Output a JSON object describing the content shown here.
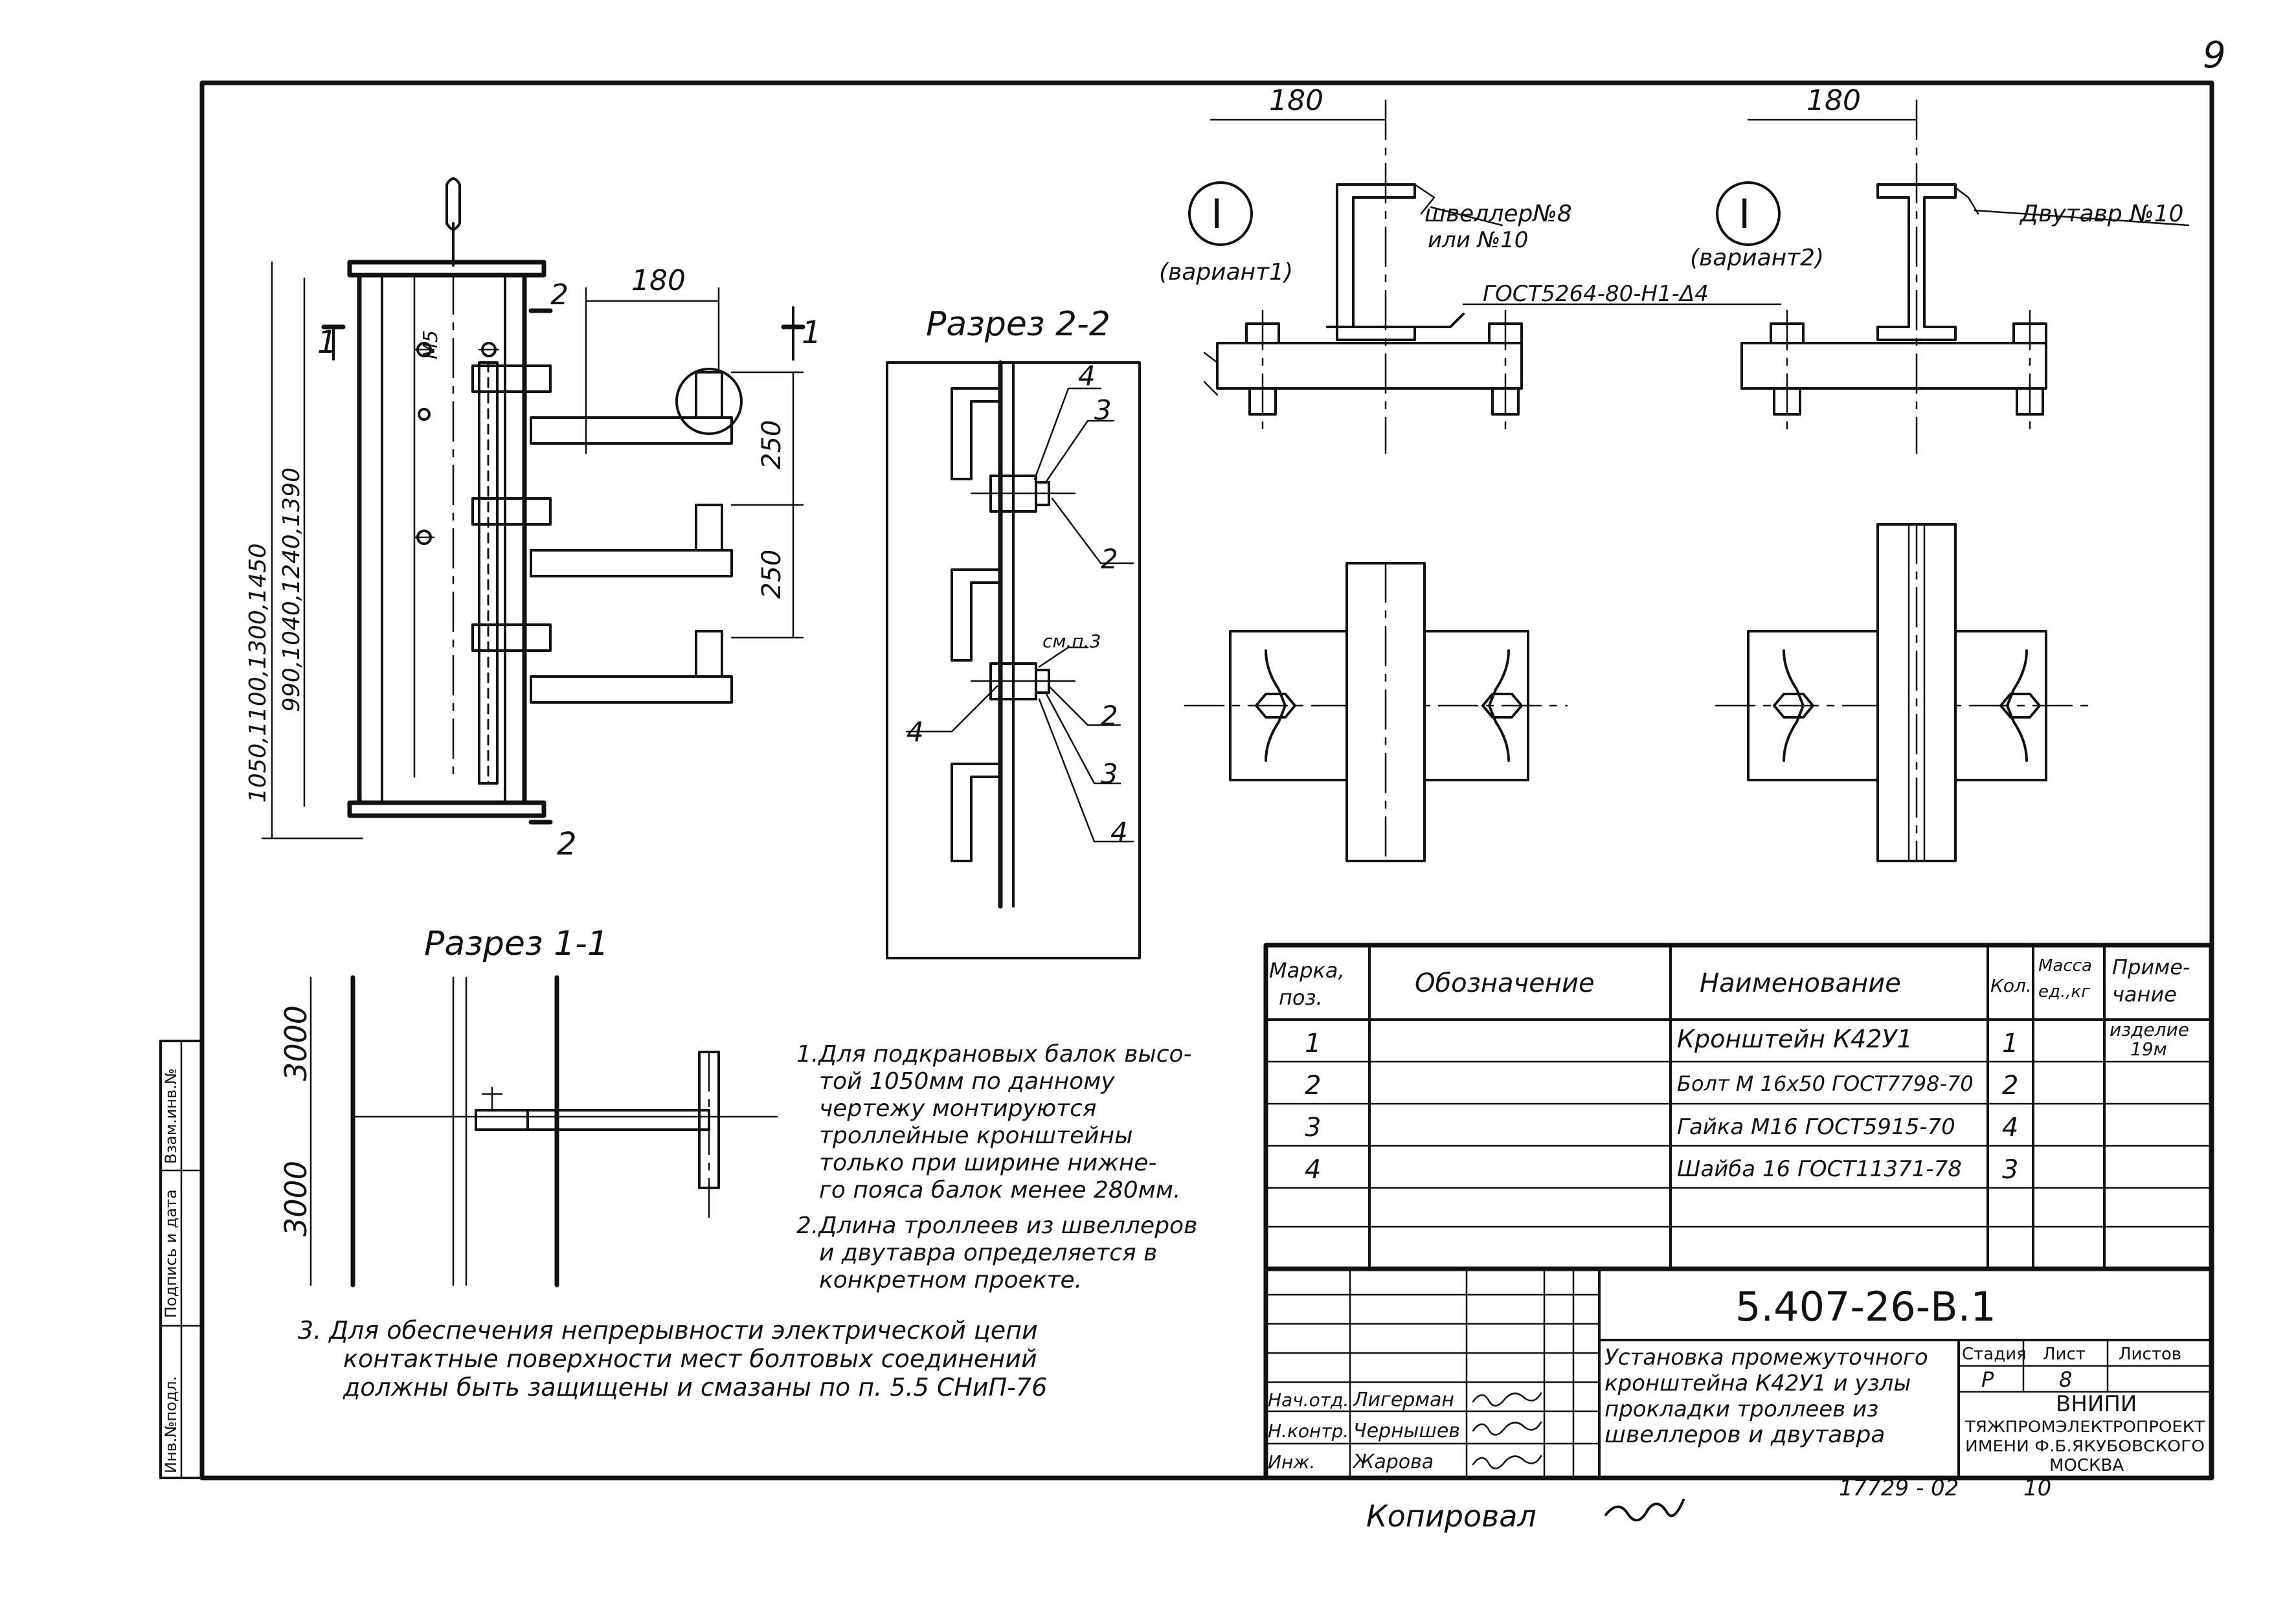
{
  "sheet": {
    "page_number": "9",
    "copied_by": "Копировал",
    "archive_number": "17729 - 02",
    "archive_sheet": "10"
  },
  "dimensions": {
    "main_180": "180",
    "variant1_180": "180",
    "variant2_180": "180",
    "spacing_250_a": "250",
    "spacing_250_b": "250",
    "height_outer": "1050,1100,1300,1450",
    "height_inner": "990,1040,1240,1390",
    "hole_m5": "М5",
    "sect1_top": "3000",
    "sect1_bottom": "3000",
    "sect_mark_1": "1",
    "sect_mark_1b": "1",
    "sect_mark_2_top": "2",
    "sect_mark_2_bottom": "2"
  },
  "titles": {
    "section_2_2": "Разрез 2-2",
    "section_1_1": "Разрез 1-1",
    "see_note": "см.п.3"
  },
  "callouts": {
    "s22_top_4": "4",
    "s22_top_3": "3",
    "s22_top_2": "2",
    "s22_bot_4_left": "4",
    "s22_bot_2": "2",
    "s22_bot_3": "3",
    "s22_bot_4": "4"
  },
  "variants": {
    "v1_mark": "I",
    "v1_label": "(вариант1)",
    "v1_profile_line1": "швеллер№8",
    "v1_profile_line2": "или №10",
    "v2_mark": "I",
    "v2_label": "(вариант2)",
    "v2_profile": "Двутавр №10",
    "weld": "ГОСТ5264-80-Н1-Δ4"
  },
  "notes": [
    "1.Для подкрановых балок высо-",
    "той 1050мм по данному",
    "чертежу монтируются",
    "троллейные кронштейны",
    "только при ширине нижне-",
    "го пояса балок менее 280мм.",
    "2.Длина троллеев из швеллеров",
    "и двутавра определяется в",
    "конкретном проекте."
  ],
  "note3": [
    "3.  Для обеспечения непрерывности электрической цепи",
    "контактные поверхности мест болтовых соединений",
    "должны быть защищены и смазаны по п. 5.5 СНиП-76"
  ],
  "spec": {
    "headers": [
      "Марка, поз.",
      "Обозначение",
      "Наименование",
      "Кол.",
      "Масса ед.,кг",
      "Приме-чание"
    ],
    "header_lines": {
      "mark": [
        "Марка,",
        "поз."
      ],
      "designation": "Обозначение",
      "name": "Наименование",
      "qty": "Кол.",
      "mass": [
        "Масса",
        "ед.,кг"
      ],
      "note": [
        "Приме-",
        "чание"
      ]
    },
    "rows": [
      {
        "pos": "1",
        "name": "Кронштейн К42У1",
        "qty": "1",
        "note": [
          "изделие",
          "19м"
        ]
      },
      {
        "pos": "2",
        "name": "Болт М 16х50 ГОСТ7798-70",
        "qty": "2",
        "note": [
          "",
          ""
        ]
      },
      {
        "pos": "3",
        "name": "Гайка М16 ГОСТ5915-70",
        "qty": "4",
        "note": [
          "",
          ""
        ]
      },
      {
        "pos": "4",
        "name": "Шайба 16 ГОСТ11371-78",
        "qty": "3",
        "note": [
          "",
          ""
        ]
      }
    ]
  },
  "title_block": {
    "code": "5.407-26-В.1",
    "title_lines": [
      "Установка промежуточного",
      "кронштейна К42У1 и узлы",
      "прокладки троллеев из",
      "швеллеров и двутавра"
    ],
    "stage_label": "Стадия",
    "sheet_label": "Лист",
    "sheets_label": "Листов",
    "stage": "Р",
    "sheet": "8",
    "sheets": "",
    "org_lines": [
      "ВНИПИ",
      "ТЯЖПРОМЭЛЕКТРОПРОЕКТ",
      "ИМЕНИ Ф.Б.ЯКУБОВСКОГО",
      "МОСКВА"
    ],
    "people": [
      {
        "role": "Нач.отд.",
        "name": "Лигерман"
      },
      {
        "role": "Н.контр.",
        "name": "Чернышев"
      },
      {
        "role": "Инж.",
        "name": "Жарова"
      }
    ]
  },
  "side_stamp": [
    "Инв.№подл.",
    "Подпись и дата",
    "Взам.инв.№"
  ]
}
